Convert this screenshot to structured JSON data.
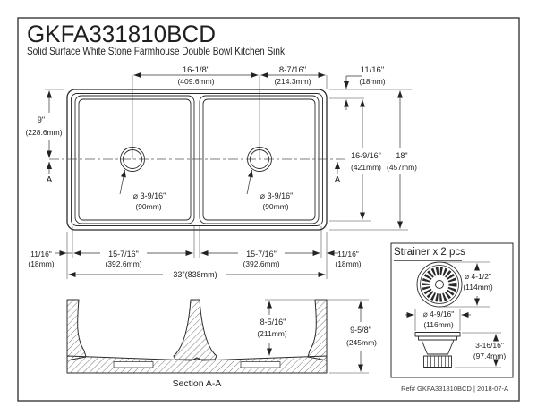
{
  "colors": {
    "ink": "#2b2b2b",
    "background": "#ffffff"
  },
  "title_block": {
    "model": "GKFA331810BCD",
    "description": "Solid Surface White Stone Farmhouse Double Bowl Kitchen Sink"
  },
  "plan": {
    "section_marker": "A",
    "dims": {
      "between_drains": {
        "in": "16-1/8\"",
        "mm": "(409.6mm)"
      },
      "drain_to_edge": {
        "in": "8-7/16\"",
        "mm": "(214.3mm)"
      },
      "rim_top_right": {
        "in": "11/16\"",
        "mm": "(18mm)"
      },
      "front_to_drain": {
        "in": "9\"",
        "mm": "(228.6mm)"
      },
      "inner_depth": {
        "in": "16-9/16\"",
        "mm": "(421mm)"
      },
      "overall_depth": {
        "in": "18\"",
        "mm": "(457mm)"
      },
      "rim_left": {
        "in": "11/16\"",
        "mm": "(18mm)"
      },
      "bowl_left": {
        "in": "15-7/16\"",
        "mm": "(392.6mm)"
      },
      "bowl_right": {
        "in": "15-7/16\"",
        "mm": "(392.6mm)"
      },
      "rim_right": {
        "in": "11/16\"",
        "mm": "(18mm)"
      },
      "overall_width": "33\"(838mm)",
      "drain_left": {
        "dia": "⌀ 3-9/16\"",
        "mm": "(90mm)"
      },
      "drain_right": {
        "dia": "⌀ 3-9/16\"",
        "mm": "(90mm)"
      }
    }
  },
  "section": {
    "label": "Section A-A",
    "dims": {
      "bowl_depth": {
        "in": "8-5/16\"",
        "mm": "(211mm)"
      },
      "overall_height": {
        "in": "9-5/8\"",
        "mm": "(245mm)"
      }
    }
  },
  "strainer": {
    "title": "Strainer x 2 pcs",
    "dims": {
      "top_dia": {
        "dia": "⌀ 4-1/2\"",
        "mm": "(114mm)"
      },
      "flange_dia": {
        "dia": "⌀ 4-9/16\"",
        "mm": "(116mm)"
      },
      "height": {
        "in": "3-16/16\"",
        "mm": "(97.4mm)"
      }
    }
  },
  "footer": {
    "ref": "Ref# GKFA331810BCD | 2018-07-A"
  }
}
